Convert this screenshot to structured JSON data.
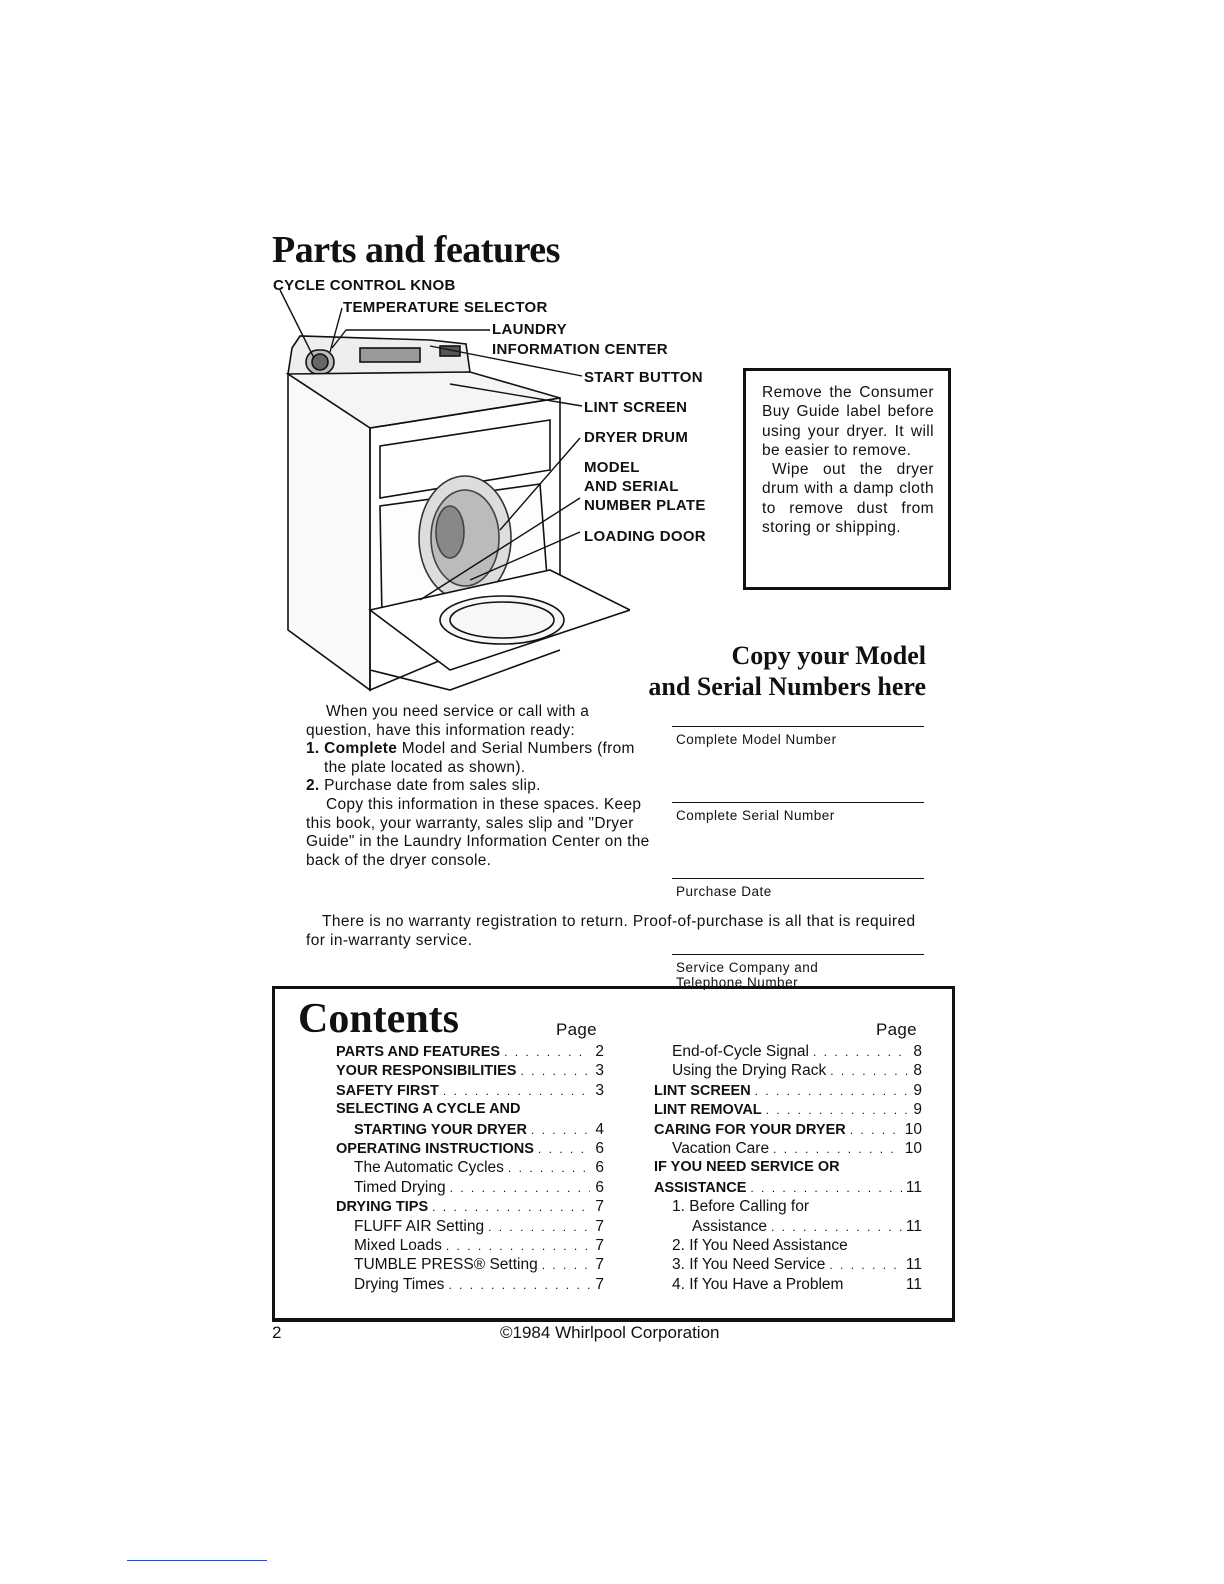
{
  "page_title": "Parts and features",
  "callouts": {
    "cycle_control_knob": "CYCLE CONTROL KNOB",
    "temperature_selector": "TEMPERATURE SELECTOR",
    "laundry": "LAUNDRY",
    "information_center": "INFORMATION CENTER",
    "start_button": "START BUTTON",
    "lint_screen": "LINT SCREEN",
    "dryer_drum": "DRYER DRUM",
    "model": "MODEL",
    "and_serial": "AND SERIAL",
    "number_plate": "NUMBER PLATE",
    "loading_door": "LOADING DOOR"
  },
  "note_box": {
    "p1": "Remove the Consumer Buy Guide label before using your dryer. It will be easier to remove.",
    "p2": "Wipe out the dryer drum with a damp cloth to remove dust from storing or shipping."
  },
  "copy_heading": {
    "line1": "Copy your Model",
    "line2": "and Serial Numbers here"
  },
  "instructions": {
    "intro": "When you need service or call with a question, have this information ready:",
    "item1_num": "1.",
    "item1_bold": "Complete",
    "item1_rest": " Model and Serial Numbers (from the plate located as shown).",
    "item2_num": "2.",
    "item2_text": " Purchase date from sales slip.",
    "copy_para": "Copy this information in these spaces. Keep this book, your warranty, sales slip and \"Dryer Guide\" in the Laundry Information Center on the back of the dryer console.",
    "warranty_note": "There is no warranty registration to return. Proof-of-purchase is all that is required for in-warranty service."
  },
  "fields": [
    {
      "label": "Complete Model Number"
    },
    {
      "label": "Complete Serial Number"
    },
    {
      "label": "Purchase Date"
    },
    {
      "label": "Service Company and",
      "label2": "Telephone Number"
    }
  ],
  "contents": {
    "title": "Contents",
    "page_header": "Page",
    "left": [
      {
        "text": "PARTS AND FEATURES",
        "page": "2",
        "style": "caps"
      },
      {
        "text": "YOUR RESPONSIBILITIES",
        "page": "3",
        "style": "caps"
      },
      {
        "text": "SAFETY FIRST",
        "page": "3",
        "style": "caps"
      },
      {
        "text": "SELECTING A CYCLE AND",
        "page": "",
        "style": "caps"
      },
      {
        "text": "STARTING YOUR DRYER",
        "page": "4",
        "style": "caps l1"
      },
      {
        "text": "OPERATING INSTRUCTIONS",
        "page": "6",
        "style": "caps"
      },
      {
        "text": "The Automatic Cycles",
        "page": "6",
        "style": "l1"
      },
      {
        "text": "Timed Drying",
        "page": "6",
        "style": "l1"
      },
      {
        "text": "DRYING TIPS",
        "page": "7",
        "style": "caps"
      },
      {
        "text": "FLUFF AIR Setting",
        "page": "7",
        "style": "l1"
      },
      {
        "text": "Mixed Loads",
        "page": "7",
        "style": "l1"
      },
      {
        "text": "TUMBLE PRESS® Setting",
        "page": "7",
        "style": "l1"
      },
      {
        "text": "Drying Times",
        "page": "7",
        "style": "l1"
      }
    ],
    "right": [
      {
        "text": "End-of-Cycle Signal",
        "page": "8",
        "style": "l1"
      },
      {
        "text": "Using the Drying Rack",
        "page": "8",
        "style": "l1"
      },
      {
        "text": "LINT SCREEN",
        "page": "9",
        "style": "caps"
      },
      {
        "text": "LINT REMOVAL",
        "page": "9",
        "style": "caps"
      },
      {
        "text": "CARING FOR YOUR DRYER",
        "page": "10",
        "style": "caps"
      },
      {
        "text": "Vacation Care",
        "page": "10",
        "style": "l1"
      },
      {
        "text": "IF YOU NEED SERVICE OR",
        "page": "",
        "style": "caps"
      },
      {
        "text": "ASSISTANCE",
        "page": "11",
        "style": "caps"
      },
      {
        "text": "1. Before Calling for",
        "page": "",
        "style": "l1"
      },
      {
        "text": "Assistance",
        "page": "11",
        "style": "l2"
      },
      {
        "text": "2. If You Need Assistance",
        "page": "",
        "style": "l1"
      },
      {
        "text": "3. If You Need Service",
        "page": "11",
        "style": "l1"
      },
      {
        "text": "4. If You Have a Problem",
        "page": "11",
        "style": "l1 nodots"
      }
    ]
  },
  "footer": {
    "page_number": "2",
    "copyright": "©1984 Whirlpool Corporation"
  }
}
